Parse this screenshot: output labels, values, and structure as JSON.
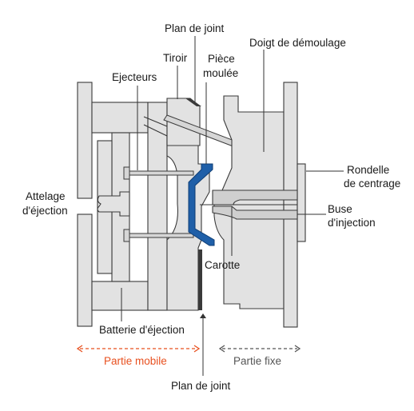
{
  "labels": {
    "plan_de_joint_top": "Plan de joint",
    "tiroir": "Tiroir",
    "piece_moulee_1": "Pièce",
    "piece_moulee_2": "moulée",
    "doigt_de_demoulage": "Doigt de démoulage",
    "ejecteurs": "Ejecteurs",
    "rondelle_1": "Rondelle",
    "rondelle_2": "de centrage",
    "attelage_1": "Attelage",
    "attelage_2": "d'éjection",
    "buse_1": "Buse",
    "buse_2": "d'injection",
    "carotte": "Carotte",
    "batterie": "Batterie d'éjection",
    "partie_mobile": "Partie mobile",
    "partie_fixe": "Partie fixe",
    "plan_de_joint_bottom": "Plan de joint"
  },
  "colors": {
    "molded_part": "#1f5fa8",
    "partie_mobile": "#e8501f",
    "partie_fixe": "#555555"
  }
}
